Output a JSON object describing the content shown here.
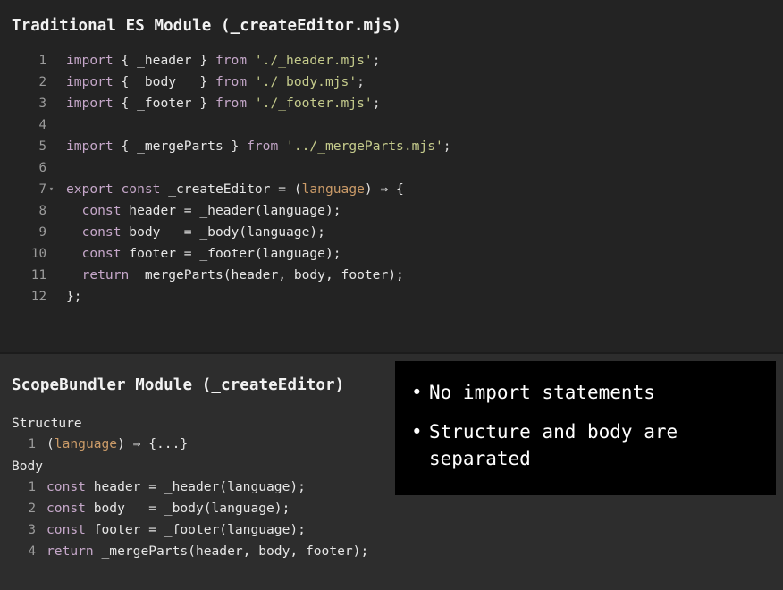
{
  "top_panel": {
    "title": "Traditional ES Module (_createEditor.mjs)",
    "lines": [
      {
        "num": "1",
        "fold": "",
        "tokens": [
          {
            "t": "import ",
            "c": "kw"
          },
          {
            "t": "{ _header } ",
            "c": "plain"
          },
          {
            "t": "from ",
            "c": "kw"
          },
          {
            "t": "'./_header.mjs'",
            "c": "str"
          },
          {
            "t": ";",
            "c": "punc"
          }
        ]
      },
      {
        "num": "2",
        "fold": "",
        "tokens": [
          {
            "t": "import ",
            "c": "kw"
          },
          {
            "t": "{ _body   } ",
            "c": "plain"
          },
          {
            "t": "from ",
            "c": "kw"
          },
          {
            "t": "'./_body.mjs'",
            "c": "str"
          },
          {
            "t": ";",
            "c": "punc"
          }
        ]
      },
      {
        "num": "3",
        "fold": "",
        "tokens": [
          {
            "t": "import ",
            "c": "kw"
          },
          {
            "t": "{ _footer } ",
            "c": "plain"
          },
          {
            "t": "from ",
            "c": "kw"
          },
          {
            "t": "'./_footer.mjs'",
            "c": "str"
          },
          {
            "t": ";",
            "c": "punc"
          }
        ]
      },
      {
        "num": "4",
        "fold": "",
        "tokens": []
      },
      {
        "num": "5",
        "fold": "",
        "tokens": [
          {
            "t": "import ",
            "c": "kw"
          },
          {
            "t": "{ _mergeParts } ",
            "c": "plain"
          },
          {
            "t": "from ",
            "c": "kw"
          },
          {
            "t": "'../_mergeParts.mjs'",
            "c": "str"
          },
          {
            "t": ";",
            "c": "punc"
          }
        ]
      },
      {
        "num": "6",
        "fold": "",
        "tokens": []
      },
      {
        "num": "7",
        "fold": "▾",
        "tokens": [
          {
            "t": "export const ",
            "c": "kw"
          },
          {
            "t": "_createEditor = (",
            "c": "plain"
          },
          {
            "t": "language",
            "c": "param"
          },
          {
            "t": ") ⇒ {",
            "c": "plain"
          }
        ]
      },
      {
        "num": "8",
        "fold": "",
        "tokens": [
          {
            "t": "  ",
            "c": "plain"
          },
          {
            "t": "const ",
            "c": "kw"
          },
          {
            "t": "header = _header(language);",
            "c": "plain"
          }
        ]
      },
      {
        "num": "9",
        "fold": "",
        "tokens": [
          {
            "t": "  ",
            "c": "plain"
          },
          {
            "t": "const ",
            "c": "kw"
          },
          {
            "t": "body   = _body(language);",
            "c": "plain"
          }
        ]
      },
      {
        "num": "10",
        "fold": "",
        "tokens": [
          {
            "t": "  ",
            "c": "plain"
          },
          {
            "t": "const ",
            "c": "kw"
          },
          {
            "t": "footer = _footer(language);",
            "c": "plain"
          }
        ]
      },
      {
        "num": "11",
        "fold": "",
        "tokens": [
          {
            "t": "  ",
            "c": "plain"
          },
          {
            "t": "return ",
            "c": "kw"
          },
          {
            "t": "_mergeParts(header, body, footer);",
            "c": "plain"
          }
        ]
      },
      {
        "num": "12",
        "fold": "",
        "tokens": [
          {
            "t": "};",
            "c": "plain"
          }
        ]
      }
    ]
  },
  "bottom_panel": {
    "title": "ScopeBundler Module (_createEditor)",
    "structure_label": "Structure",
    "body_label": "Body",
    "structure_lines": [
      {
        "num": "1",
        "tokens": [
          {
            "t": "(",
            "c": "plain"
          },
          {
            "t": "language",
            "c": "param"
          },
          {
            "t": ") ⇒ {...}",
            "c": "plain"
          }
        ]
      }
    ],
    "body_lines": [
      {
        "num": "1",
        "tokens": [
          {
            "t": "const ",
            "c": "kw"
          },
          {
            "t": "header = _header(language);",
            "c": "plain"
          }
        ]
      },
      {
        "num": "2",
        "tokens": [
          {
            "t": "const ",
            "c": "kw"
          },
          {
            "t": "body   = _body(language);",
            "c": "plain"
          }
        ]
      },
      {
        "num": "3",
        "tokens": [
          {
            "t": "const ",
            "c": "kw"
          },
          {
            "t": "footer = _footer(language);",
            "c": "plain"
          }
        ]
      },
      {
        "num": "4",
        "tokens": [
          {
            "t": "return ",
            "c": "kw"
          },
          {
            "t": "_mergeParts(header, body, footer);",
            "c": "plain"
          }
        ]
      }
    ]
  },
  "callout": {
    "bullet": "•",
    "items": [
      "No import statements",
      "Structure and body are separated"
    ]
  },
  "colors": {
    "panel_top_bg": "#232323",
    "panel_bottom_bg": "#2d2d2d",
    "callout_bg": "#000000",
    "keyword": "#c5a7c9",
    "string": "#c5cb8c",
    "param": "#cb9b68",
    "plain_text": "#e6e6e6",
    "gutter": "#9b9b9b",
    "title": "#f2f2f2"
  }
}
